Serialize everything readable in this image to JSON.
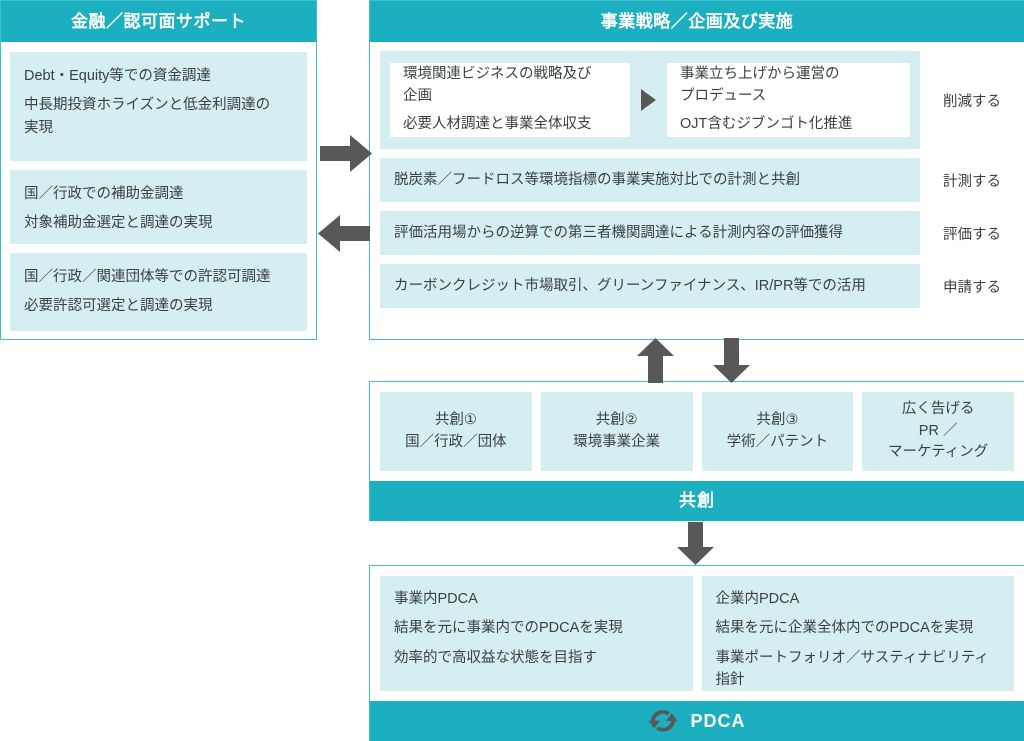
{
  "left_panel": {
    "title": "金融／認可面サポート",
    "cards": [
      {
        "lines": [
          "Debt・Equity等での資金調達",
          "中長期投資ホライズンと低金利調達の\n実現"
        ]
      },
      {
        "lines": [
          "国／行政での補助金調達",
          "対象補助金選定と調達の実現"
        ]
      },
      {
        "lines": [
          "国／行政／関連団体等での許認可調達",
          "必要許認可選定と調達の実現"
        ]
      }
    ]
  },
  "main_panel": {
    "title": "事業戦略／企画及び実施",
    "top_row": {
      "box_left": [
        "環境関連ビジネスの戦略及び\n企画",
        "必要人材調達と事業全体収支"
      ],
      "box_right": [
        "事業立ち上げから運営の\nプロデュース",
        "OJT含むジブンゴト化推進"
      ],
      "label": "削減する"
    },
    "rows": [
      {
        "text": "脱炭素／フードロス等環境指標の事業実施対比での計測と共創",
        "label": "計測する"
      },
      {
        "text": "評価活用場からの逆算での第三者機関調達による計測内容の評価獲得",
        "label": "評価する"
      },
      {
        "text": "カーボンクレジット市場取引、グリーンファイナンス、IR/PR等での活用",
        "label": "申請する"
      }
    ]
  },
  "cocreate_panel": {
    "cards": [
      "共創①\n国／行政／団体",
      "共創②\n環境事業企業",
      "共創③\n学術／パテント",
      "広く告げる\nPR ／\nマーケティング"
    ],
    "bar_label": "共創"
  },
  "pdca_panel": {
    "cards": [
      {
        "lines": [
          "事業内PDCA",
          "結果を元に事業内でのPDCAを実現",
          "効率的で高収益な状態を目指す"
        ]
      },
      {
        "lines": [
          "企業内PDCA",
          "結果を元に企業全体内でのPDCAを実現",
          "事業ポートフォリオ／サスティナビリティ\n指針"
        ]
      }
    ],
    "bar_label": "PDCA"
  },
  "colors": {
    "teal": "#1bafc0",
    "teal_border": "#3ec0cf",
    "card_cyan": "#d5eef2",
    "arrow_gray": "#585858",
    "text": "#3c4043"
  }
}
